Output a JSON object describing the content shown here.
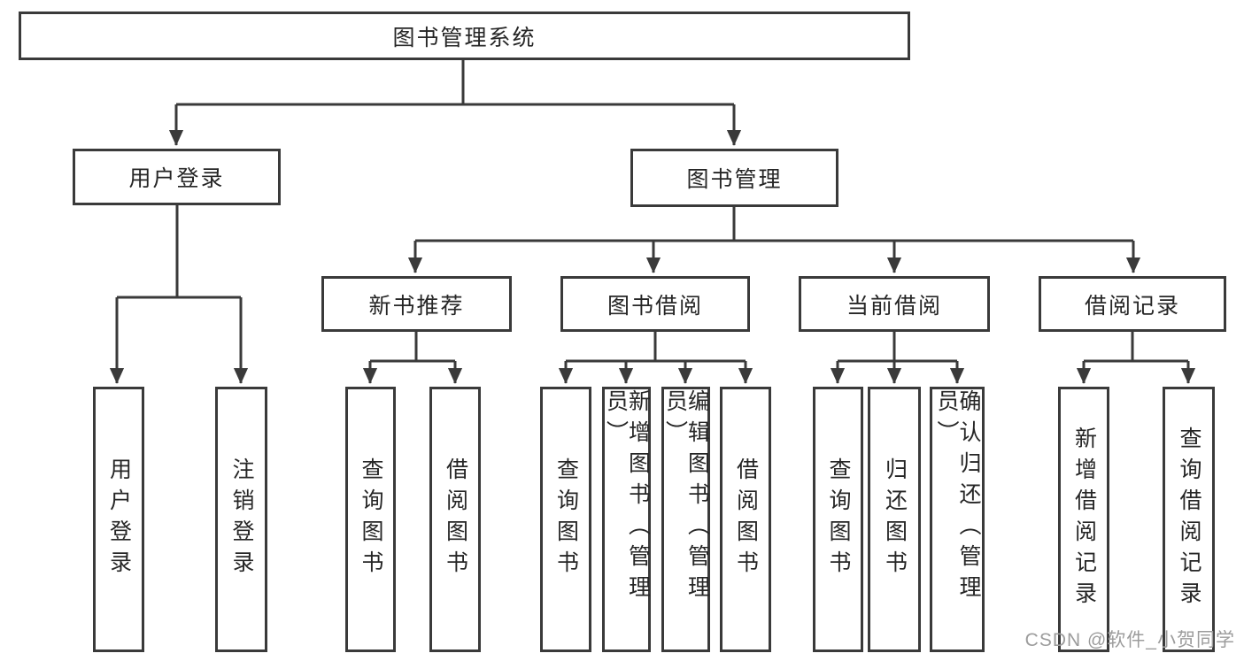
{
  "diagram": {
    "root": {
      "label": "图书管理系统"
    },
    "user_login": {
      "label": "用户登录",
      "children": [
        {
          "label": "用户登录"
        },
        {
          "label": "注销登录"
        }
      ]
    },
    "book_management": {
      "label": "图书管理",
      "sections": [
        {
          "label": "新书推荐",
          "children": [
            {
              "label": "查询图书"
            },
            {
              "label": "借阅图书"
            }
          ]
        },
        {
          "label": "图书借阅",
          "children": [
            {
              "label": "查询图书"
            },
            {
              "label": "新增图书（管理员）"
            },
            {
              "label": "编辑图书（管理员）"
            },
            {
              "label": "借阅图书"
            }
          ]
        },
        {
          "label": "当前借阅",
          "children": [
            {
              "label": "查询图书"
            },
            {
              "label": "归还图书"
            },
            {
              "label": "确认归还（管理员）"
            }
          ]
        },
        {
          "label": "借阅记录",
          "children": [
            {
              "label": "新增借阅记录"
            },
            {
              "label": "查询借阅记录"
            }
          ]
        }
      ]
    }
  },
  "watermark": {
    "text": "CSDN @软件_小贺同学"
  },
  "colors": {
    "line": "#3a3a3a",
    "text": "#262626",
    "background": "#ffffff",
    "watermark": "#9c9c9c"
  }
}
